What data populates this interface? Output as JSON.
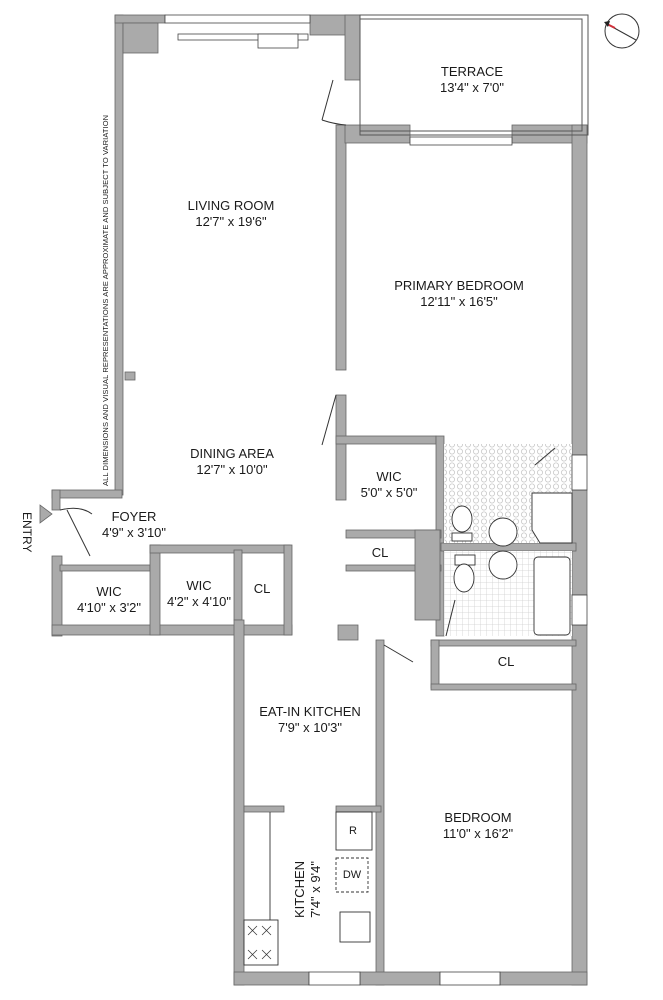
{
  "disclaimer": "ALL DIMENSIONS AND VISUAL REPRESENTATIONS ARE APPROXIMATE AND SUBJECT TO VARIATION",
  "entry_label": "ENTRY",
  "compass": {
    "icon": "compass-icon",
    "accent": "#d0303a"
  },
  "colors": {
    "wall": "#aaaaaa",
    "wall_stroke": "#555555",
    "background": "#ffffff",
    "tile": "#d8d8d8"
  },
  "rooms": {
    "terrace": {
      "name": "TERRACE",
      "dims": "13'4\" x 7'0\""
    },
    "living_room": {
      "name": "LIVING ROOM",
      "dims": "12'7\" x 19'6\""
    },
    "primary_bedroom": {
      "name": "PRIMARY BEDROOM",
      "dims": "12'11\" x 16'5\""
    },
    "dining_area": {
      "name": "DINING AREA",
      "dims": "12'7\" x 10'0\""
    },
    "wic_primary": {
      "name": "WIC",
      "dims": "5'0\" x 5'0\""
    },
    "cl_primary": {
      "name": "CL"
    },
    "foyer": {
      "name": "FOYER",
      "dims": "4'9\" x 3'10\""
    },
    "wic_foyer": {
      "name": "WIC",
      "dims": "4'10\" x 3'2\""
    },
    "wic_hall": {
      "name": "WIC",
      "dims": "4'2\" x 4'10\""
    },
    "cl_hall": {
      "name": "CL"
    },
    "cl_bedroom": {
      "name": "CL"
    },
    "eat_in_kitchen": {
      "name": "EAT-IN KITCHEN",
      "dims": "7'9\" x 10'3\""
    },
    "kitchen": {
      "name": "KITCHEN",
      "dims": "7'4\" x 9'4\""
    },
    "bedroom": {
      "name": "BEDROOM",
      "dims": "11'0\" x 16'2\""
    }
  },
  "fixtures": {
    "refrigerator": "R",
    "dishwasher": "DW"
  }
}
